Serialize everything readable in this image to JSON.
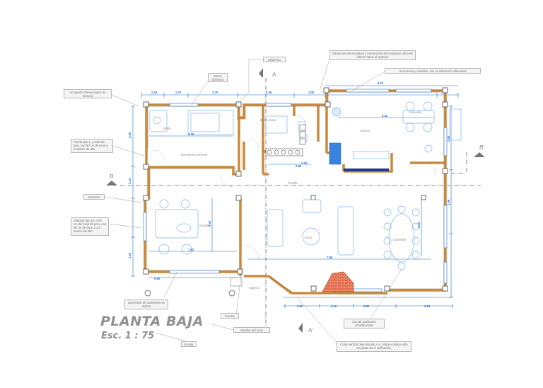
{
  "title": "PLANTA BAJA",
  "scale": "Esc. 1 : 75",
  "section_marks": {
    "a": "A",
    "a_prime": "A'",
    "b": "B",
    "b_prime": "B'"
  },
  "rooms": {
    "bano": "Baño",
    "dormitorio_servicio": "Dormitorio servicio",
    "bano_visita": "Baño visita",
    "cocina": "Cocina",
    "comedor_diario": "Comedor",
    "pasillo": "Pasillo",
    "estudio": "Estudio",
    "estar": "Estar",
    "comedor": "Comedor",
    "ingreso": "Ingreso"
  },
  "dimensions": {
    "top": [
      "2.44",
      "2.70",
      "2.79",
      "2.38",
      "1.00",
      "4.22"
    ],
    "left_vertical": [
      "4.25",
      "3.24",
      "3.20"
    ],
    "right_vertical": [
      "2.90",
      "2.96"
    ],
    "inner": [
      "2.79",
      "2.90",
      "7.82",
      "7.86",
      "3.42",
      "3.24",
      "2.10",
      "2.03"
    ],
    "bottom": [
      "0.90",
      "0.80",
      "0.80",
      "0.90",
      "0.40"
    ]
  },
  "callouts": {
    "columnas": "Columnas",
    "muros": "Muros divisorios",
    "escaleras": "Dimensión de escaleras y numeración de escalones del nivel inferior hacia el superior",
    "accesorios": "Accesorios y muebles, con su ubicación referencial",
    "acotacion": "Acotación (Dimensiones en metros)",
    "puerta": "Puerta tipo 1, y nivel de piso, con 90 cm de base y 2 metros de alto.",
    "ventanas": "Ventanas",
    "ventana_tipo": "Ventana tipo 10, a 90 cm del nivel de piso, con 90 cm de base y 1.5 metros de alto.",
    "dimension_ambientes": "Dimensión de ambientes en metros",
    "puertas": "Puertas",
    "nombre_corte": "Nombre del corte",
    "escala": "Escala",
    "uso_ambientes": "Uso de ambientes (Zonificación)",
    "corte_vertical": "Corte vertical denominado A-A, sobre el plano visto en planta de la edificación."
  },
  "colors": {
    "wall": "#c98a3e",
    "dimension": "#1e6fd0",
    "furniture": "#7fb2e6",
    "column": "#555555",
    "brick": "#e06a4a",
    "callout_line": "#9a9a9a"
  }
}
